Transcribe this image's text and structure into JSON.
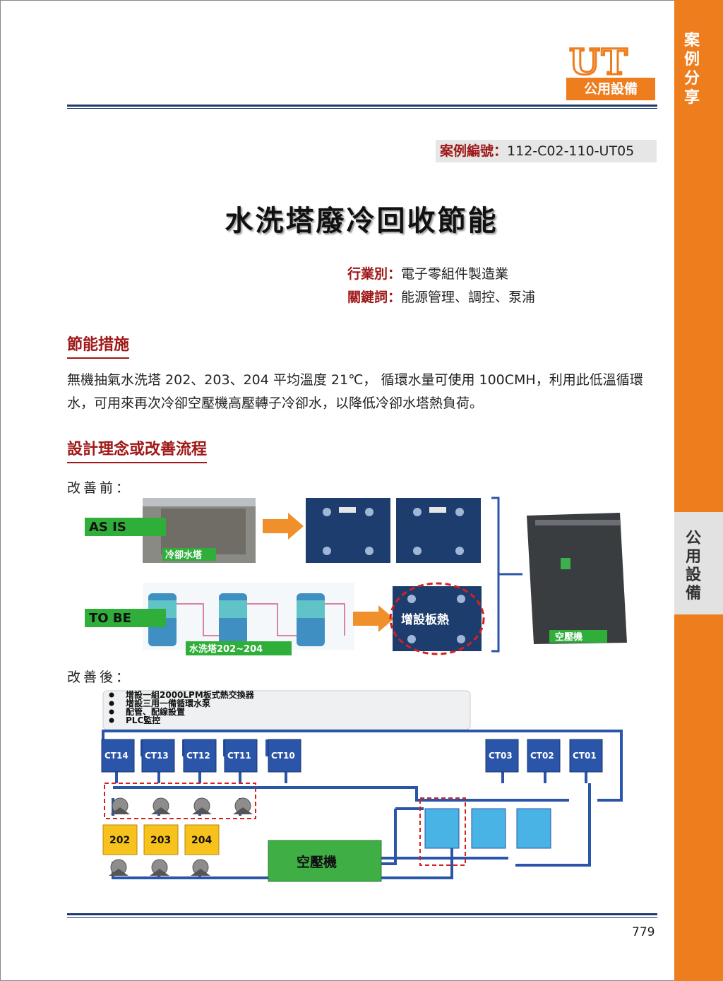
{
  "side": {
    "category_tab": "案例分享",
    "section_tab": "公用設備"
  },
  "logo": {
    "letters": "UT",
    "label": "公用設備"
  },
  "case": {
    "label": "案例編號：",
    "number": "112-C02-110-UT05"
  },
  "title": "水洗塔廢冷回收節能",
  "meta": {
    "industry_label": "行業別：",
    "industry": "電子零組件製造業",
    "keywords_label": "關鍵詞：",
    "keywords": "能源管理、調控、泵浦"
  },
  "sections": {
    "measures": "節能措施",
    "design": "設計理念或改善流程"
  },
  "measures_text": "無機抽氣水洗塔 202、203、204 平均溫度 21℃， 循環水量可使用 100CMH，利用此低溫循環水，可用來再次冷卻空壓機高壓轉子冷卻水，以降低冷卻水塔熱負荷。",
  "before_label": "改善前：",
  "after_label": "改善後：",
  "before_figure": {
    "as_is": "AS IS",
    "to_be": "TO BE",
    "cooling_tower": "冷卻水塔",
    "scrubber": "水洗塔202~204",
    "plate_added": "增設板熱",
    "compressor": "空壓機"
  },
  "after_figure": {
    "notes": [
      "增設一組2000LPM板式熱交換器",
      "增設三用一備循環水泵",
      "配管、配線設置",
      "PLC監控"
    ],
    "towers": [
      "CT14",
      "CT13",
      "CT12",
      "CT11",
      "CT10",
      "CT03",
      "CT02",
      "CT01"
    ],
    "scrubbers": [
      "202",
      "203",
      "204"
    ],
    "compressor": "空壓機"
  },
  "page_number": "779",
  "colors": {
    "accent": "#ee7d1e",
    "rule": "#1f3a6e",
    "heading": "#a01818",
    "diagram_blue": "#2a55a8"
  }
}
